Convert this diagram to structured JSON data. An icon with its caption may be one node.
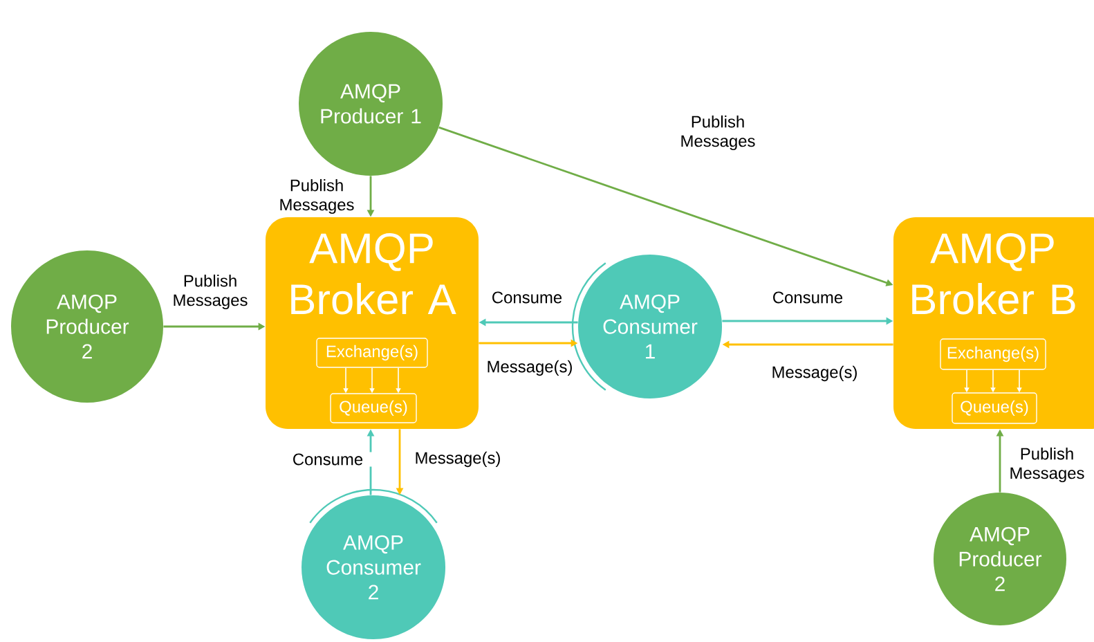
{
  "diagram": {
    "nodes": [
      {
        "text": [
          "AMQP Producer 1"
        ]
      },
      {
        "text": [
          "AMQP Producer 2"
        ]
      },
      {
        "text": [
          "AMQP Broker A"
        ]
      },
      {
        "text": [
          "Exchange(s)"
        ],
        "in": 2
      },
      {
        "text": [
          "Queue(s)"
        ],
        "in": 2
      },
      {
        "text": [
          "AMQP Consumer 1"
        ]
      },
      {
        "text": [
          "AMQP Broker B"
        ]
      },
      {
        "text": [
          "Exchange(s)"
        ],
        "in": 6
      },
      {
        "text": [
          "Queue(s)"
        ],
        "in": 6
      },
      {
        "text": [
          "AMQP Consumer 2"
        ]
      },
      {
        "text": [
          "AMQP Producer 2"
        ]
      }
    ],
    "edges": [
      {
        "from": 0,
        "to": 2,
        "arrow": "to",
        "label": "Publish Messages",
        "color": "#70ad47"
      },
      {
        "from": 0,
        "to": 6,
        "arrow": "to",
        "label": "Publish Messages",
        "color": "#70ad47"
      },
      {
        "from": 1,
        "to": 2,
        "arrow": "to",
        "label": "Publish Messages",
        "color": "#70ad47"
      },
      {
        "from": 5,
        "to": 2,
        "arrow": "to",
        "label": "Consume",
        "color": "#4fc9b7"
      },
      {
        "from": 2,
        "to": 5,
        "arrow": "to",
        "label": "Message(s)",
        "color": "#ffc000"
      },
      {
        "from": 5,
        "to": 6,
        "arrow": "to",
        "label": "Consume",
        "color": "#4fc9b7"
      },
      {
        "from": 6,
        "to": 5,
        "arrow": "to",
        "label": "Message(s)",
        "color": "#ffc000"
      },
      {
        "from": 9,
        "to": 2,
        "arrow": "to",
        "label": "Consume",
        "color": "#4fc9b7"
      },
      {
        "from": 2,
        "to": 9,
        "arrow": "to",
        "label": "Message(s)",
        "color": "#ffc000"
      },
      {
        "from": 10,
        "to": 6,
        "arrow": "to",
        "label": "Publish Messages",
        "color": "#70ad47"
      },
      {
        "from": 3,
        "to": 4,
        "arrow": "to",
        "color": "#ffffff"
      },
      {
        "from": 3,
        "to": 4,
        "arrow": "to",
        "color": "#ffffff"
      },
      {
        "from": 3,
        "to": 4,
        "arrow": "to",
        "color": "#ffffff"
      },
      {
        "from": 7,
        "to": 8,
        "arrow": "to",
        "color": "#ffffff"
      },
      {
        "from": 7,
        "to": 8,
        "arrow": "to",
        "color": "#ffffff"
      },
      {
        "from": 7,
        "to": 8,
        "arrow": "to",
        "color": "#ffffff"
      }
    ]
  }
}
